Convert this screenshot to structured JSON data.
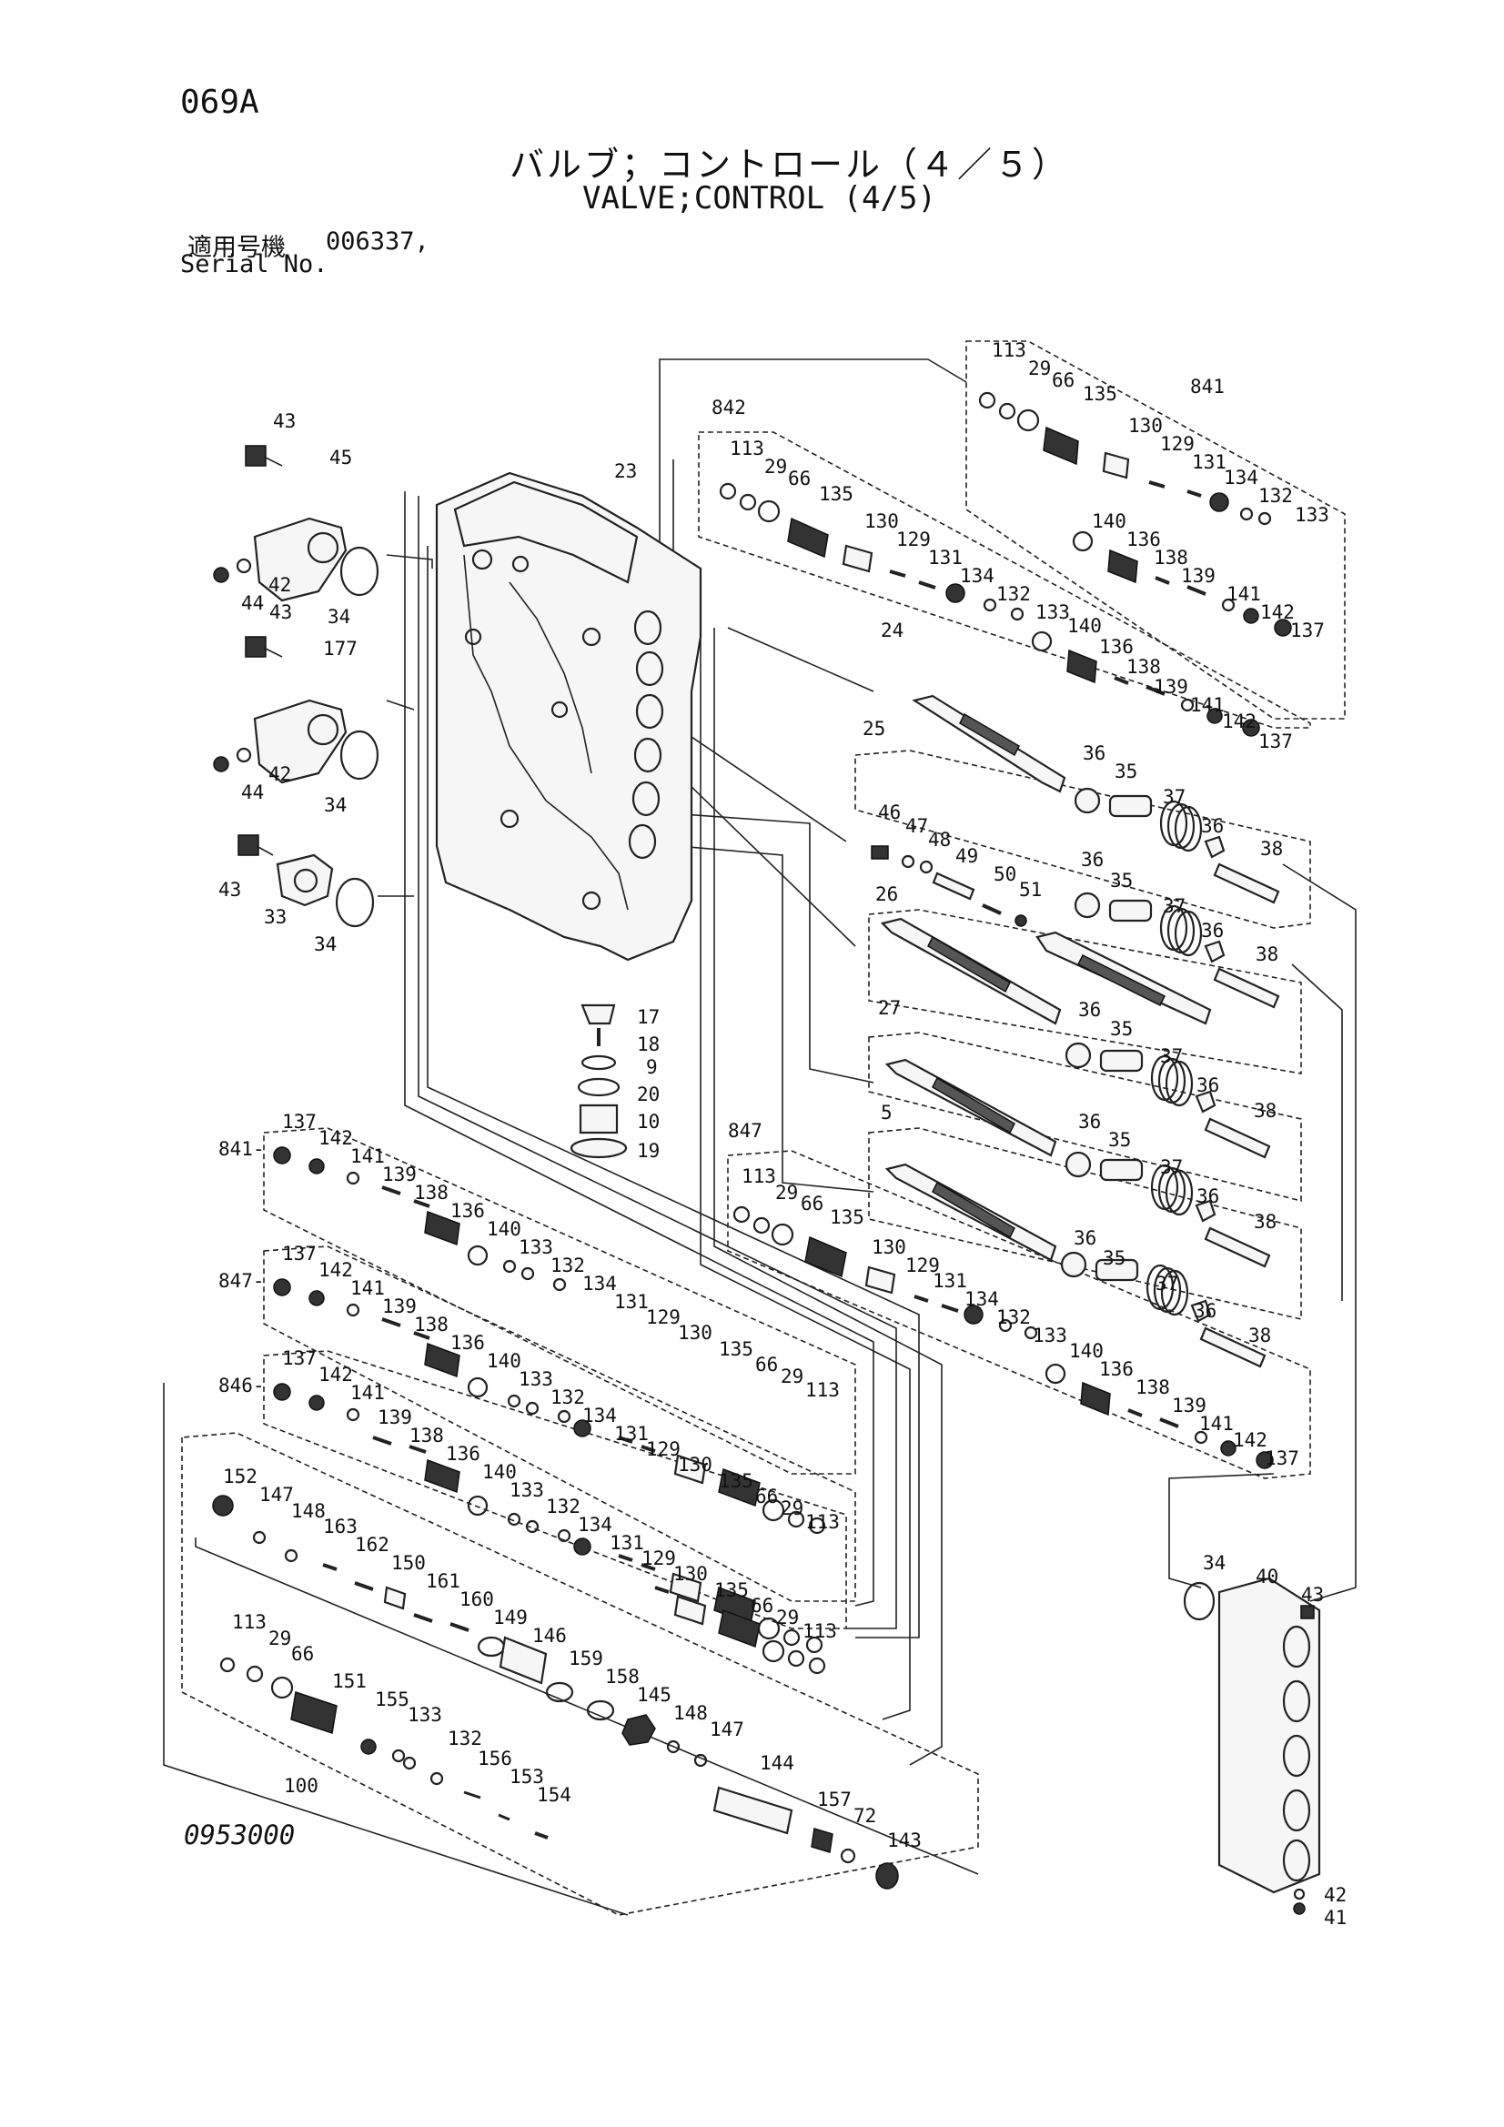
{
  "header": {
    "page_code": "069A",
    "title_jp": "バルブ；コントロール（４／５）",
    "title_en": "VALVE;CONTROL (4/5)",
    "serial_label_jp": "適用号機",
    "serial_value": "006337,",
    "serial_label_en": "Serial No."
  },
  "footer": {
    "drawing_no": "0953000"
  },
  "callouts": {
    "g841": "841",
    "g842": "842",
    "g847": "847",
    "g841b": "841-",
    "g847b": "847-",
    "g846": "846-",
    "g100": "100",
    "p23": "23",
    "p24": "24",
    "p25": "25",
    "p26": "26",
    "p27": "27",
    "p5": "5",
    "p45": "45",
    "p177": "177",
    "p33": "33",
    "p40": "40",
    "p41": "41",
    "p43a": "43",
    "p43b": "43",
    "p43c": "43",
    "p43d": "43",
    "p42a": "42",
    "p42b": "42",
    "p42c": "42",
    "p44a": "44",
    "p44b": "44",
    "p34a": "34",
    "p34b": "34",
    "p34c": "34",
    "p34d": "34",
    "p17": "17",
    "p18": "18",
    "p9": "9",
    "p20": "20",
    "p10": "10",
    "p19": "19",
    "p46": "46",
    "p47": "47",
    "p48": "48",
    "p49": "49",
    "p50": "50",
    "p51": "51",
    "p35a": "35",
    "p36a": "36",
    "p37a": "37",
    "p36b": "36",
    "p38a": "38",
    "p35b": "35",
    "p36c": "36",
    "p37b": "37",
    "p36d": "36",
    "p38b": "38",
    "p35c": "35",
    "p36e": "36",
    "p37c": "37",
    "p36f": "36",
    "p38c": "38",
    "p35d": "35",
    "p36g": "36",
    "p37d": "37",
    "p36h": "36",
    "p38d": "38",
    "p35e": "35",
    "p36i": "36",
    "p37e": "37",
    "p36j": "36",
    "p38e": "38",
    "t113": "113",
    "t29": "29",
    "t66": "66",
    "t135": "135",
    "t130": "130",
    "t129": "129",
    "t131": "131",
    "t134": "134",
    "t132": "132",
    "t133": "133",
    "t140": "140",
    "t136": "136",
    "t138": "138",
    "t139": "139",
    "t141": "141",
    "t142": "142",
    "t137": "137",
    "m113": "113",
    "m29": "29",
    "m66": "66",
    "m135": "135",
    "m130": "130",
    "m129": "129",
    "m131": "131",
    "m134": "134",
    "m132": "132",
    "m133": "133",
    "m140": "140",
    "m136": "136",
    "m138": "138",
    "m139": "139",
    "m141": "141",
    "m142": "142",
    "m137": "137",
    "k113": "113",
    "k29": "29",
    "k66": "66",
    "k135": "135",
    "k130": "130",
    "k129": "129",
    "k131": "131",
    "k134": "134",
    "k132": "132",
    "k133": "133",
    "k140": "140",
    "k136": "136",
    "k138": "138",
    "k139": "139",
    "k141": "141",
    "k142": "142",
    "k137": "137",
    "a137": "137",
    "a142": "142",
    "a141": "141",
    "a139": "139",
    "a138": "138",
    "a136": "136",
    "a140": "140",
    "a133": "133",
    "a132": "132",
    "a134": "134",
    "a131": "131",
    "a129": "129",
    "a130": "130",
    "a135": "135",
    "a66": "66",
    "a29": "29",
    "a113": "113",
    "b137": "137",
    "b142": "142",
    "b141": "141",
    "b139": "139",
    "b138": "138",
    "b136": "136",
    "b140": "140",
    "b133": "133",
    "b132": "132",
    "b134": "134",
    "b131": "131",
    "b129": "129",
    "b130": "130",
    "b135": "135",
    "b66": "66",
    "b29": "29",
    "b113": "113",
    "c137": "137",
    "c142": "142",
    "c141": "141",
    "c139": "139",
    "c138": "138",
    "c136": "136",
    "c140": "140",
    "c133": "133",
    "c132": "132",
    "c134": "134",
    "c131": "131",
    "c129": "129",
    "c130": "130",
    "c135": "135",
    "c66": "66",
    "c29": "29",
    "c113": "113",
    "d152": "152",
    "d147": "147",
    "d148": "148",
    "d163": "163",
    "d162": "162",
    "d150": "150",
    "d161": "161",
    "d160": "160",
    "d149": "149",
    "d146": "146",
    "d159": "159",
    "d158": "158",
    "d145": "145",
    "d148b": "148",
    "d147b": "147",
    "d113": "113",
    "d29": "29",
    "d66": "66",
    "d151": "151",
    "d155": "155",
    "d133": "133",
    "d132": "132",
    "d156": "156",
    "d153": "153",
    "d154": "154",
    "d144": "144",
    "d157": "157",
    "d72": "72",
    "d143": "143"
  }
}
